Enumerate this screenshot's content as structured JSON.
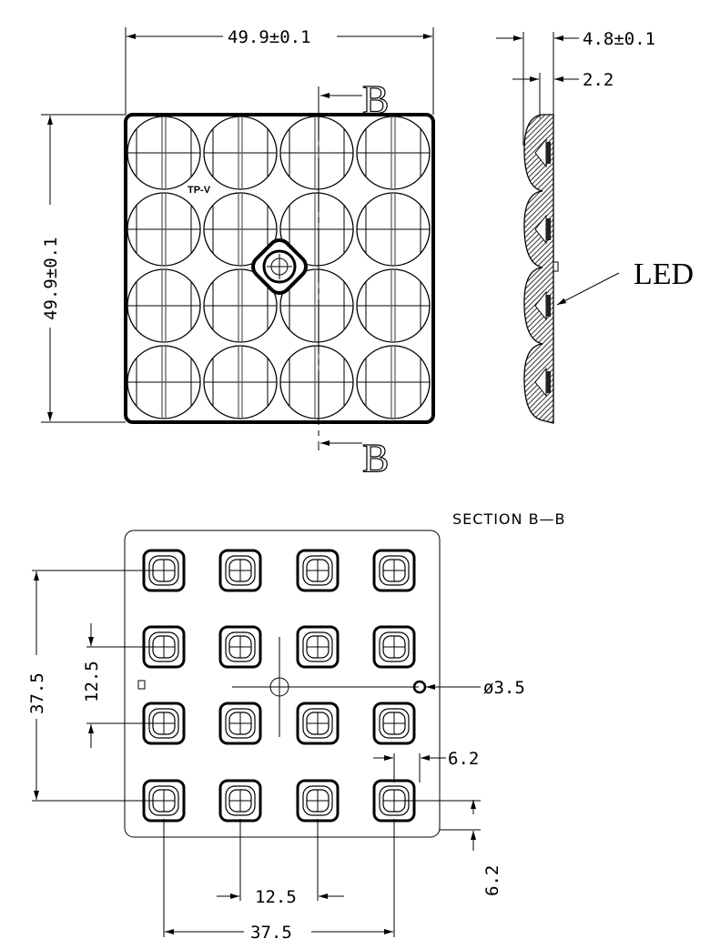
{
  "top_view": {
    "width_dim": "49.9±0.1",
    "height_dim": "49.9±0.1",
    "part_label": "TP-V",
    "section_marker": "B",
    "lens_rows": 4,
    "lens_cols": 4
  },
  "side_view": {
    "total_thickness": "4.8±0.1",
    "base_thickness": "2.2",
    "led_label": "LED",
    "section_title": "SECTION B—B"
  },
  "bottom_view": {
    "outer_pitch_vertical": "37.5",
    "pitch_vertical": "12.5",
    "hole_diameter": "ø3.5",
    "edge_offset_horizontal": "6.2",
    "edge_offset_vertical": "6.2",
    "pitch_horizontal": "12.5",
    "outer_pitch_horizontal": "37.5"
  }
}
